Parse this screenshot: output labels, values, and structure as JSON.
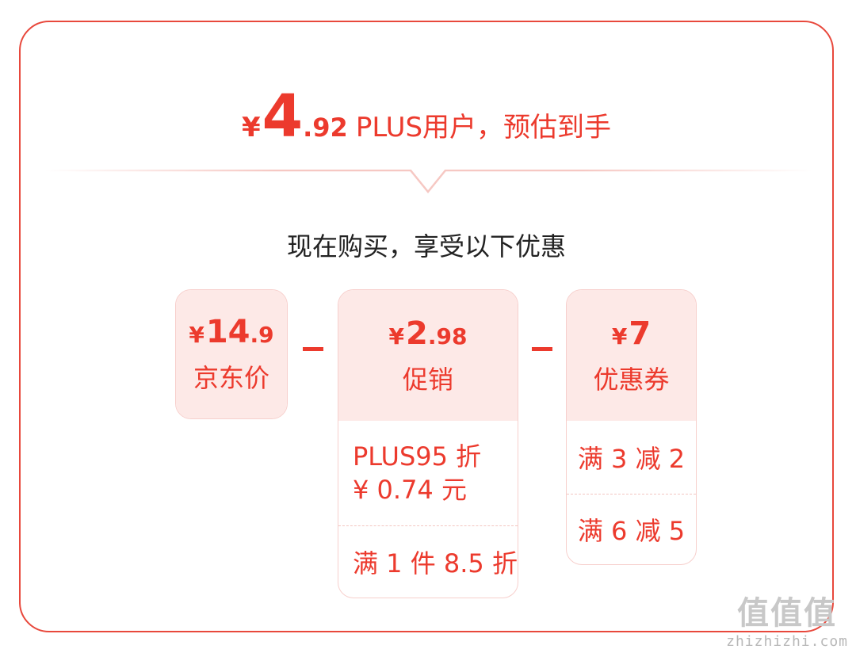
{
  "headline": {
    "yen": "¥",
    "price_int": "4",
    "price_dec": ".92",
    "text": "PLUS用户，预估到手"
  },
  "subtitle": "现在购买，享受以下优惠",
  "jd_price": {
    "yen": "¥",
    "int": "14",
    "dec": ".9",
    "label": "京东价"
  },
  "promo": {
    "yen": "¥",
    "int": "2",
    "dec": ".98",
    "label": "促销",
    "rows": [
      "PLUS95 折",
      "¥ 0.74 元",
      "满 1 件 8.5 折"
    ]
  },
  "coupon": {
    "yen": "¥",
    "int": "7",
    "dec": "",
    "label": "优惠券",
    "rows": [
      "满 3 减 2",
      "满 6 减 5"
    ]
  },
  "watermark": {
    "logo": "值值值",
    "url": "zhizhizhi.com"
  },
  "colors": {
    "accent": "#ec3a2d",
    "box_bg": "#fde9e7",
    "border": "#e8483c"
  }
}
